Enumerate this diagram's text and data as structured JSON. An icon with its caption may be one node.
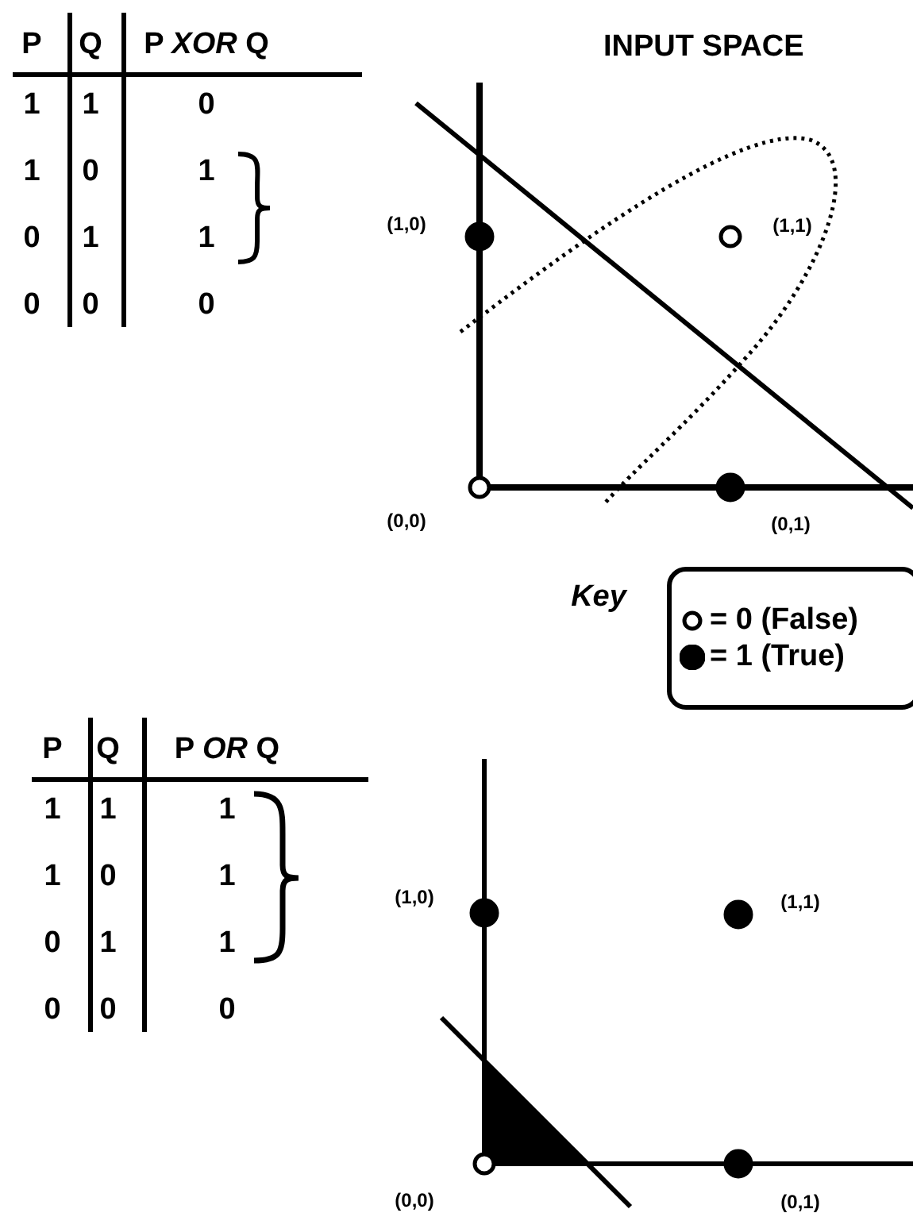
{
  "diagram": {
    "title": "INPUT SPACE",
    "labels": [
      "P",
      "Q",
      "P *XOR* Q",
      "1",
      "1",
      "0",
      "1",
      "0",
      "1",
      "0",
      "1",
      "1",
      "0",
      "0",
      "0",
      "(1,0)",
      "(1,1)",
      "(0,0)",
      "(0,1)",
      "Key",
      "P",
      "Q",
      "P *OR* Q",
      "1",
      "1",
      "1",
      "1",
      "0",
      "1",
      "0",
      "1",
      "1",
      "0",
      "0",
      "0",
      "(1,0)",
      "(1,1)",
      "(0,0)",
      "(0,1)"
    ],
    "legend": [
      {
        "text": "= 0 (False)"
      },
      {
        "text": "= 1 (True)"
      }
    ]
  }
}
